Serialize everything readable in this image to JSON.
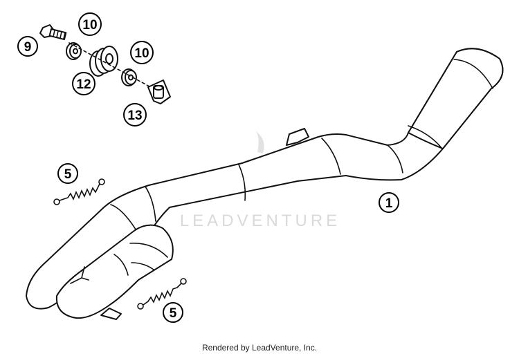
{
  "callouts": {
    "c9": "9",
    "c10a": "10",
    "c10b": "10",
    "c12": "12",
    "c13": "13",
    "c5a": "5",
    "c5b": "5",
    "c1": "1"
  },
  "watermark": {
    "text": "LEADVENTURE"
  },
  "footer": {
    "text": "Rendered by LeadVenture, Inc."
  },
  "colors": {
    "line": "#111111",
    "watermark": "#d9d9d9",
    "background": "#ffffff"
  }
}
